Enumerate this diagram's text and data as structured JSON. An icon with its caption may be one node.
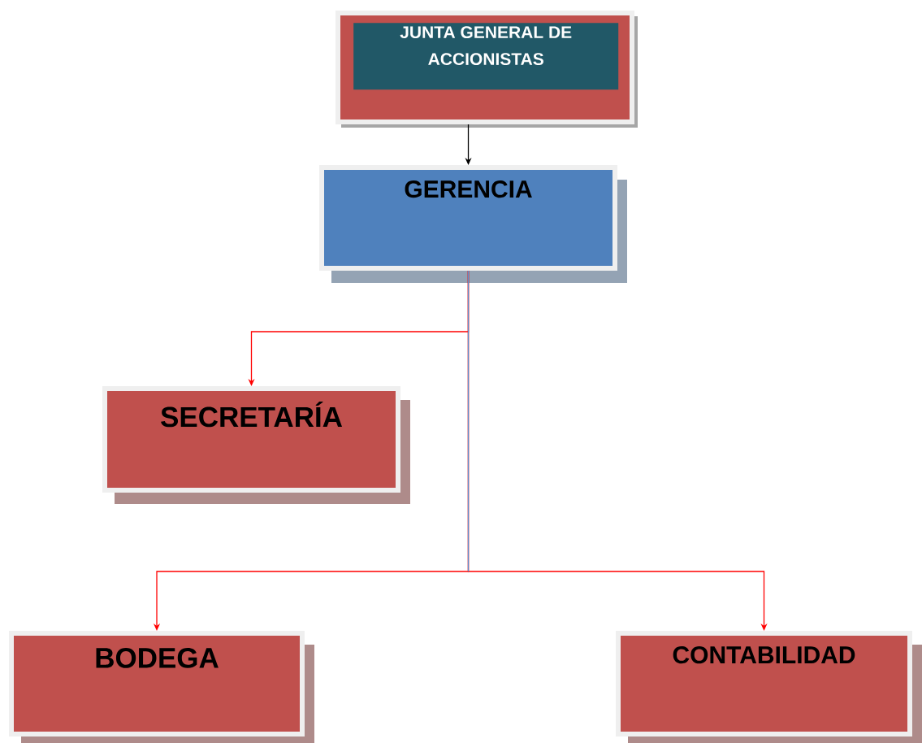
{
  "diagram": {
    "nodes": [
      {
        "text": [],
        "shape": "box"
      },
      {
        "text": [
          "JUNTA GENERAL DE ACCIONISTAS"
        ],
        "in": 0
      },
      {
        "text": [
          "GERENCIA"
        ]
      },
      {
        "text": [
          "SECRETARÍA"
        ]
      },
      {
        "text": [
          "BODEGA"
        ]
      },
      {
        "text": [
          "CONTABILIDAD"
        ]
      }
    ],
    "edges": [
      {
        "from": 0,
        "to": 2,
        "arrow": "to",
        "color": "#000000"
      },
      {
        "from": 2,
        "to": 3,
        "arrow": "to"
      },
      {
        "from": 2,
        "to": 4,
        "arrow": "to"
      },
      {
        "from": 2,
        "to": 5,
        "arrow": "to"
      }
    ]
  }
}
